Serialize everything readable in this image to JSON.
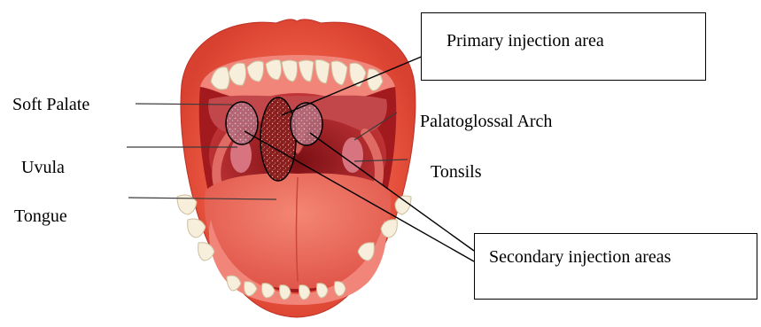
{
  "labels": {
    "soft_palate": "Soft Palate",
    "uvula": "Uvula",
    "tongue": "Tongue",
    "palatoglossal_arch": "Palatoglossal Arch",
    "tonsils": "Tonsils"
  },
  "callouts": {
    "primary": "Primary injection area",
    "secondary": "Secondary injection areas"
  },
  "colors": {
    "lip": "#e3503c",
    "mouth_interior": "#a31a1e",
    "throat": "#c83236",
    "tongue": "#ee6a5c",
    "teeth": "#f7efdc",
    "gums": "#f2857a",
    "injection_fill": "#8a1e1e"
  }
}
